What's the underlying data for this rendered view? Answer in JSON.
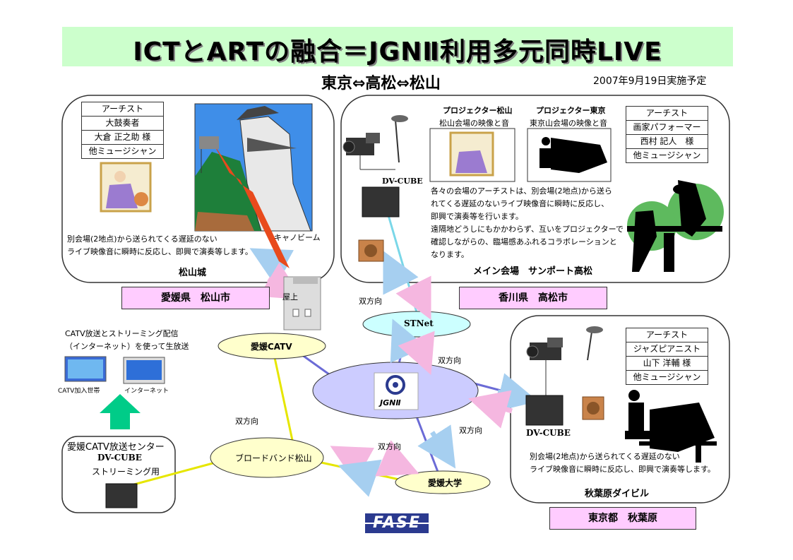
{
  "title": "ICTとARTの融合＝JGNⅡ利用多元同時LIVE",
  "subtitle": "東京⇔高松⇔松山",
  "date": "2007年9月19日実施予定",
  "matsuyama": {
    "artist_table": [
      "アーチスト",
      "大鼓奏者",
      "大倉 正之助 様",
      "他ミュージシャン"
    ],
    "cannon_label": "キャノビーム",
    "desc": [
      "別会場(2地点)から送られてくる遅延のない",
      "ライブ映像音に瞬時に反応し、即興で演奏等します。"
    ],
    "venue": "松山城",
    "region": "愛媛県　松山市",
    "rooftop": "屋上"
  },
  "takamatsu": {
    "dvcube": "DV-CUBE",
    "proj_matsuyama_title": "プロジェクター松山",
    "proj_matsuyama_desc": "松山会場の映像と音",
    "proj_tokyo_title": "プロジェクター東京",
    "proj_tokyo_desc": "東京山会場の映像と音",
    "artist_table": [
      "アーチスト",
      "画家パフォーマー",
      "西村 記人　様",
      "他ミュージシャン"
    ],
    "desc": [
      "各々の会場のアーチストは、別会場(2地点)から送ら",
      "れてくる遅延のないライブ映像音に瞬時に反応し、",
      "即興で演奏等を行います。",
      "遠隔地どうしにもかかわらず、互いをプロジェクターで",
      "確認しながらの、臨場感あふれるコラボレーションと",
      "なります。"
    ],
    "venue": "メイン会場　サンポート高松",
    "region": "香川県　高松市"
  },
  "akihabara": {
    "artist_table": [
      "アーチスト",
      "ジャズピアニスト",
      "山下 洋輔 様",
      "他ミュージシャン"
    ],
    "dvcube": "DV-CUBE",
    "desc": [
      "別会場(2地点)から送られてくる遅延のない",
      "ライブ映像音に瞬時に反応し、即興で演奏等します。"
    ],
    "venue": "秋葉原ダイビル",
    "region": "東京都　秋葉原"
  },
  "catv": {
    "desc": [
      "CATV放送とストリーミング配信",
      "（インターネット）を使って生放送"
    ],
    "households": "CATV加入世帯",
    "internet": "インターネット",
    "center_title": "愛媛CATV放送センター",
    "center_dvcube": "DV-CUBE",
    "center_streaming": "ストリーミング用"
  },
  "network": {
    "stnet": "STNet",
    "ehime_catv": "愛媛CATV",
    "jgn": "JGNⅡ",
    "broadband": "ブロードバンド松山",
    "ehime_univ": "愛媛大学",
    "bidir": "双方向"
  },
  "logo": "FASE",
  "colors": {
    "title_band": "#ccffcc",
    "region_fill": "#ffccff",
    "stnet_fill": "#ccffff",
    "yellow_fill": "#ffffcc",
    "jgn_fill": "#ccccff",
    "arrow_blue": "#a6cff0",
    "arrow_pink": "#f5b7e0",
    "green_arrow": "#00cc88",
    "logo_blue": "#2b3a8f"
  }
}
